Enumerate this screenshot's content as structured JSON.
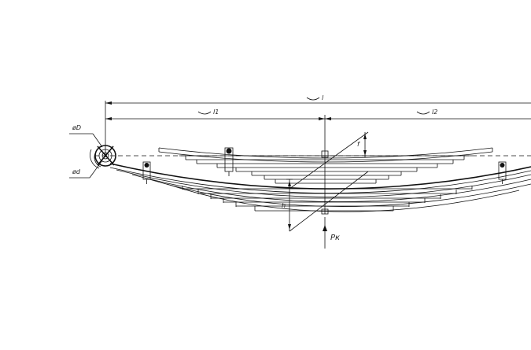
{
  "labels": {
    "total_length": "l",
    "left_length": "l1",
    "right_length": "l2",
    "force": "Pк",
    "eye_outer": "øD",
    "eye_inner": "ød",
    "deflection": "f",
    "thickness": "h"
  },
  "drawing": {
    "line_color": "#111111",
    "background": "#ffffff"
  }
}
